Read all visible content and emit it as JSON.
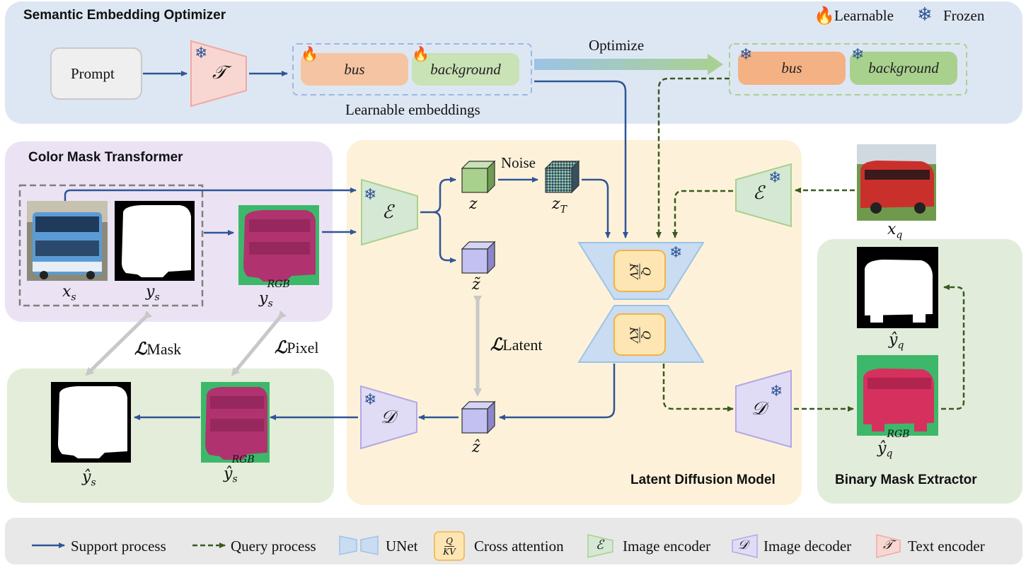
{
  "panels": {
    "semantic": "Semantic Embedding Optimizer",
    "color_mask": "Color Mask Transformer",
    "ldm": "Latent Diffusion Model",
    "binary": "Binary Mask Extractor"
  },
  "top_legend": {
    "learnable": "Learnable",
    "frozen": "Frozen"
  },
  "prompt": "Prompt",
  "text_encoder_symbol": "𝒯",
  "embeddings": {
    "bus": "bus",
    "background": "background",
    "caption": "Learnable embeddings",
    "optimize": "Optimize"
  },
  "symbols": {
    "encoder": "ℰ",
    "decoder": "𝒟",
    "z": "z",
    "z_T": "z",
    "z_T_sub": "T",
    "z_tilde": "z̃",
    "z_hat": "ẑ",
    "noise": "Noise",
    "x_s": "x",
    "x_s_sub": "s",
    "y_s": "y",
    "y_s_sub": "s",
    "y_s_rgb": "y",
    "y_s_rgb_sub": "s",
    "y_s_rgb_sup": "RGB",
    "x_q": "x",
    "x_q_sub": "q",
    "yhat_q": "ŷ",
    "yhat_q_sub": "q",
    "yhat_q_rgb": "ŷ",
    "yhat_q_rgb_sub": "q",
    "yhat_q_rgb_sup": "RGB",
    "yhat_s": "ŷ",
    "yhat_s_sub": "s",
    "yhat_s_rgb": "ŷ",
    "yhat_s_rgb_sub": "s",
    "yhat_s_rgb_sup": "RGB"
  },
  "losses": {
    "mask": "Mask",
    "pixel": "Pixel",
    "latent": "Latent",
    "symbol": "ℒ"
  },
  "cross_attn": {
    "q": "Q",
    "kv": "KV"
  },
  "bottom_legend": {
    "support": "Support process",
    "query": "Query process",
    "unet": "UNet",
    "cross": "Cross attention",
    "img_enc": "Image encoder",
    "img_dec": "Image decoder",
    "txt_enc": "Text encoder"
  },
  "colors": {
    "support_arrow": "#2f5597",
    "query_arrow": "#3a5a1e",
    "encoder_fill": "#d5e8d4",
    "decoder_fill": "#e1dcf5",
    "text_enc_fill": "#f8d7d3",
    "unet_fill": "#c9dcf2",
    "bus_emb": "#f5c4a2",
    "bg_emb": "#c9e2b6"
  }
}
